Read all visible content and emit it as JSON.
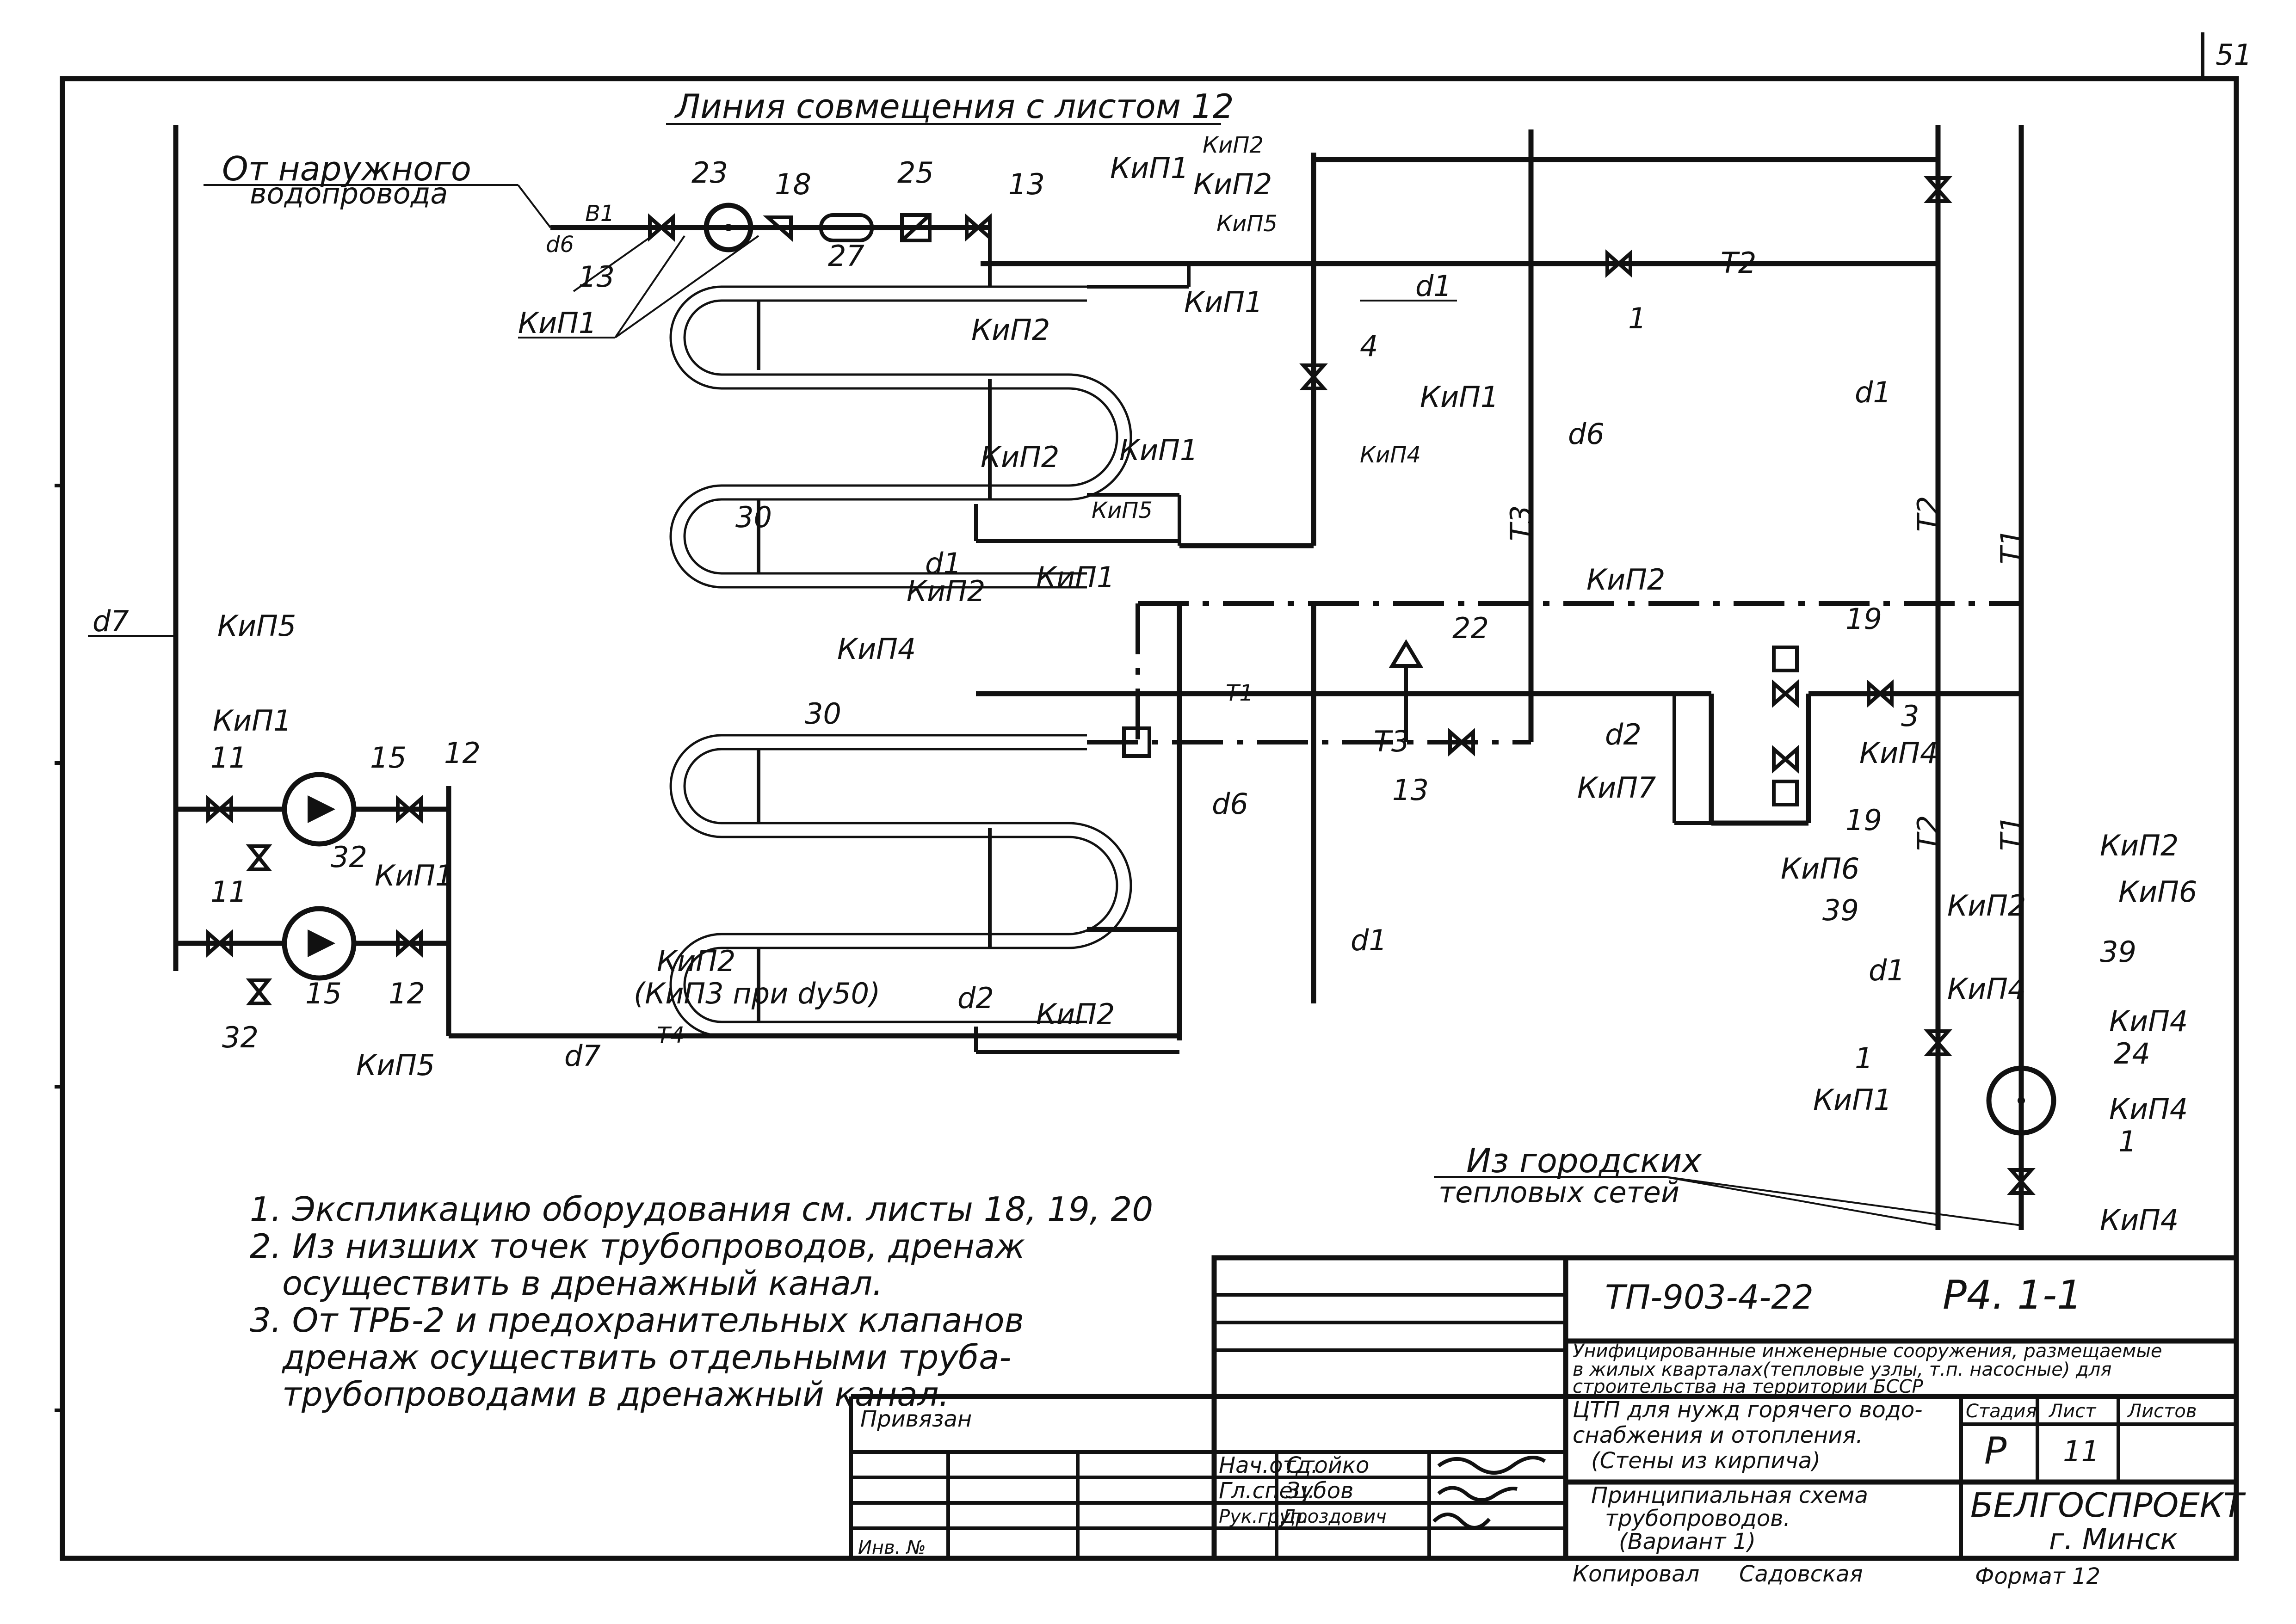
{
  "sheet_number": "51",
  "top_label": "Линия совмещения с листом 12",
  "inlet_label_line1": "От наружного",
  "inlet_label_line2": "водопровода",
  "city_label_line1": "Из городских",
  "city_label_line2": "тепловых сетей",
  "pipe_labels": {
    "b1": "В1",
    "t1": "Т1",
    "t2": "Т2",
    "t3": "Т3",
    "t4": "Т4",
    "d1": "d1",
    "d2": "d2",
    "d6": "d6",
    "d7": "d7"
  },
  "instrument_labels": {
    "kip1": "КиП1",
    "kip2": "КиП2",
    "kip4": "КиП4",
    "kip5": "КиП5",
    "kip6": "КиП6",
    "kip7": "КиП7",
    "kip3_note": "(КиП3 при dу50)"
  },
  "item_numbers": {
    "n1": "1",
    "n3": "3",
    "n4": "4",
    "n11": "11",
    "n12": "12",
    "n13": "13",
    "n15": "15",
    "n18": "18",
    "n19": "19",
    "n22": "22",
    "n23": "23",
    "n24": "24",
    "n25": "25",
    "n27": "27",
    "n30": "30",
    "n32": "32",
    "n39": "39"
  },
  "notes": [
    "1. Экспликацию оборудования см. листы 18, 19, 20",
    "2. Из низших точек трубопроводов, дренаж",
    "осуществить в дренажный канал.",
    "3. От ТРБ-2 и предохранительных клапанов",
    "дренаж осуществить отдельными труба-",
    "трубопроводами в дренажный канал."
  ],
  "title_block": {
    "doc_code": "ТП-903-4-22",
    "sheet_code": "Р4. 1-1",
    "project_line1": "Унифицированные инженерные сооружения, размещаемые",
    "project_line2": "в жилых кварталах(тепловые узлы, т.п. насосные) для",
    "project_line3": "строительства на территории БССР",
    "object_line1": "ЦТП для нужд горячего водо-",
    "object_line2": "снабжения и отопления.",
    "object_line3": "(Стены из кирпича)",
    "drawing_line1": "Принципиальная схема",
    "drawing_line2": "трубопроводов.",
    "drawing_line3": "(Вариант 1)",
    "stage_header": "Стадия",
    "sheet_header": "Лист",
    "sheets_header": "Листов",
    "stage_value": "Р",
    "sheet_value": "11",
    "org": "БЕЛГОСПРОЕКТ",
    "city": "г. Минск",
    "attached": "Привязан",
    "inv_no": "Инв. №",
    "role1": "Нач.отд.",
    "name1": "Стойко",
    "role2": "Гл.спец.",
    "name2": "Зубов",
    "role3": "Рук.груп.",
    "name3": "Дроздович",
    "copied_by": "Копировал",
    "copier": "Садовская",
    "format": "Формат 12"
  }
}
